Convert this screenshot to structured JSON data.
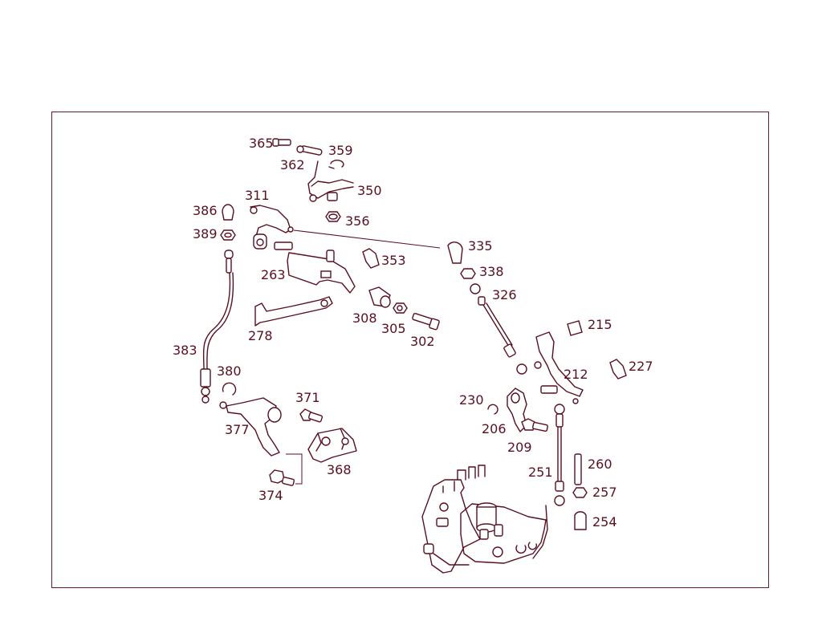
{
  "colors": {
    "ink": "#5a0f1f",
    "frame": "#6b1a2a",
    "background": "#ffffff"
  },
  "labels": {
    "p365": "365",
    "p362": "362",
    "p359": "359",
    "p350": "350",
    "p356": "356",
    "p311": "311",
    "p386": "386",
    "p389": "389",
    "p353": "353",
    "p263": "263",
    "p335": "335",
    "p338": "338",
    "p326": "326",
    "p278": "278",
    "p308": "308",
    "p305": "305",
    "p302": "302",
    "p383": "383",
    "p215": "215",
    "p227": "227",
    "p212": "212",
    "p380": "380",
    "p371": "371",
    "p230": "230",
    "p377": "377",
    "p206": "206",
    "p209": "209",
    "p368": "368",
    "p260": "260",
    "p251": "251",
    "p257": "257",
    "p374": "374",
    "p254": "254"
  }
}
